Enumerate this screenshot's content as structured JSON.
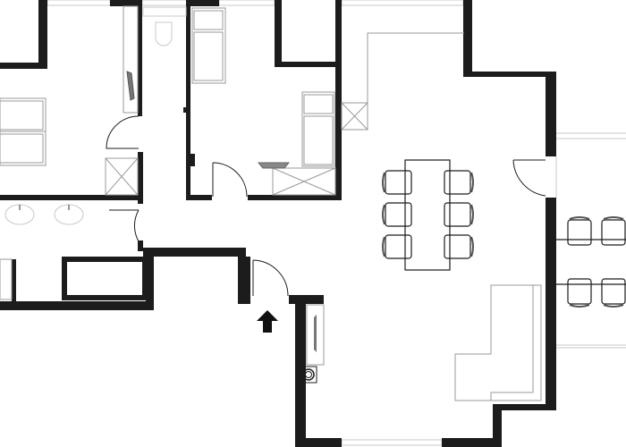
{
  "plan": {
    "colors": {
      "wall": "#1c1c1c",
      "fixture": "#9a9a9a",
      "background": "#ffffff"
    },
    "icons": [
      "entrance-arrow-icon"
    ],
    "rooms": [
      "bedroom-left",
      "bathroom",
      "corridor",
      "toilet",
      "bedroom-twin",
      "laundry",
      "living-dining-kitchen",
      "terrace"
    ]
  }
}
